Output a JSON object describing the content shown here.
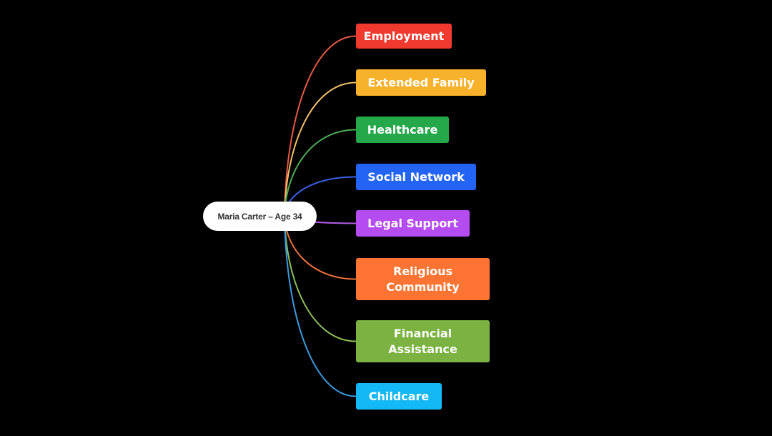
{
  "diagram": {
    "root": {
      "label": "Maria Carter – Age 34"
    },
    "branches": [
      {
        "label": "Employment",
        "color": "#f03a2f"
      },
      {
        "label": "Extended Family",
        "color": "#f7b12b"
      },
      {
        "label": "Healthcare",
        "color": "#25a84a"
      },
      {
        "label": "Social Network",
        "color": "#2364f5"
      },
      {
        "label": "Legal Support",
        "color": "#b54cf1"
      },
      {
        "label": "Religious\nCommunity",
        "color": "#ff7433"
      },
      {
        "label": "Financial\nAssistance",
        "color": "#7bb241"
      },
      {
        "label": "Childcare",
        "color": "#13b8f5"
      }
    ],
    "link_colors": [
      "#e85a45",
      "#f2c06a",
      "#4eae56",
      "#3a62e8",
      "#b35ce8",
      "#f0733d",
      "#8fbf5c",
      "#3c9bdf"
    ],
    "background": "#000000"
  }
}
